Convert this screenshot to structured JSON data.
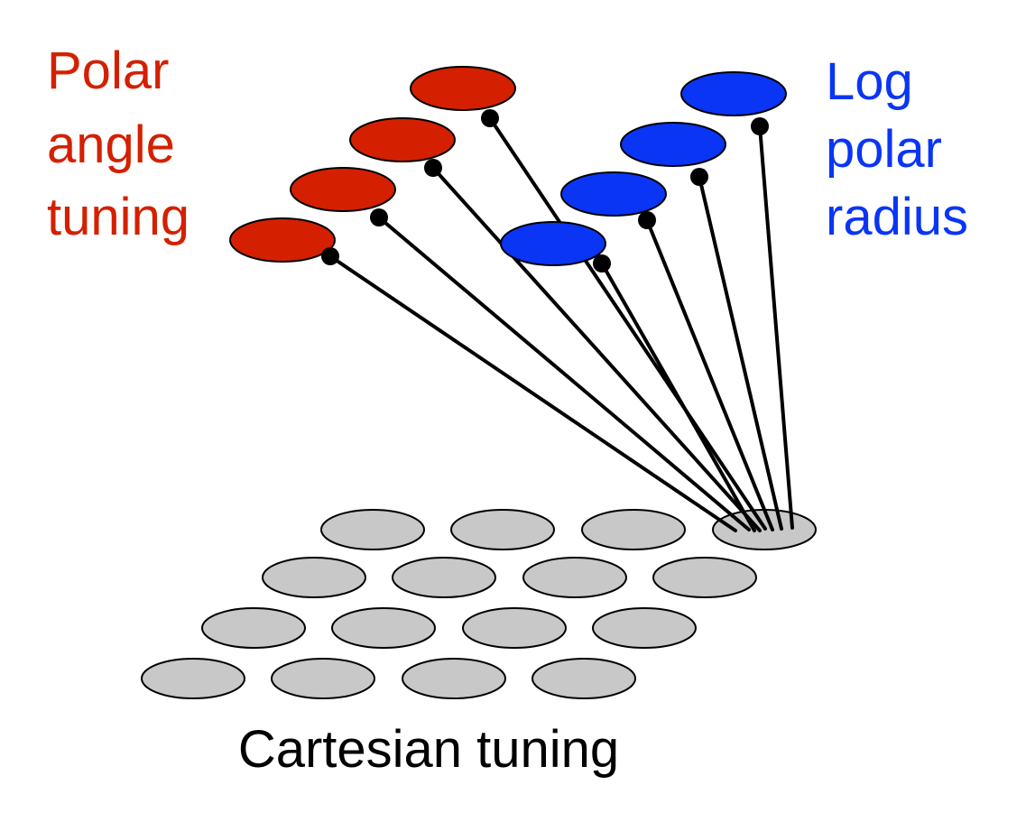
{
  "polar_angle_label": [
    "Polar",
    "angle",
    "tuning"
  ],
  "log_polar_label": [
    "Log",
    "polar",
    "radius"
  ],
  "cartesian_label": "Cartesian tuning",
  "colors": {
    "polar_angle": "#d42000",
    "log_polar": "#0a35f5",
    "cartesian_fill": "#c8c8c8",
    "connection": "#000000",
    "text_bottom": "#000000"
  }
}
